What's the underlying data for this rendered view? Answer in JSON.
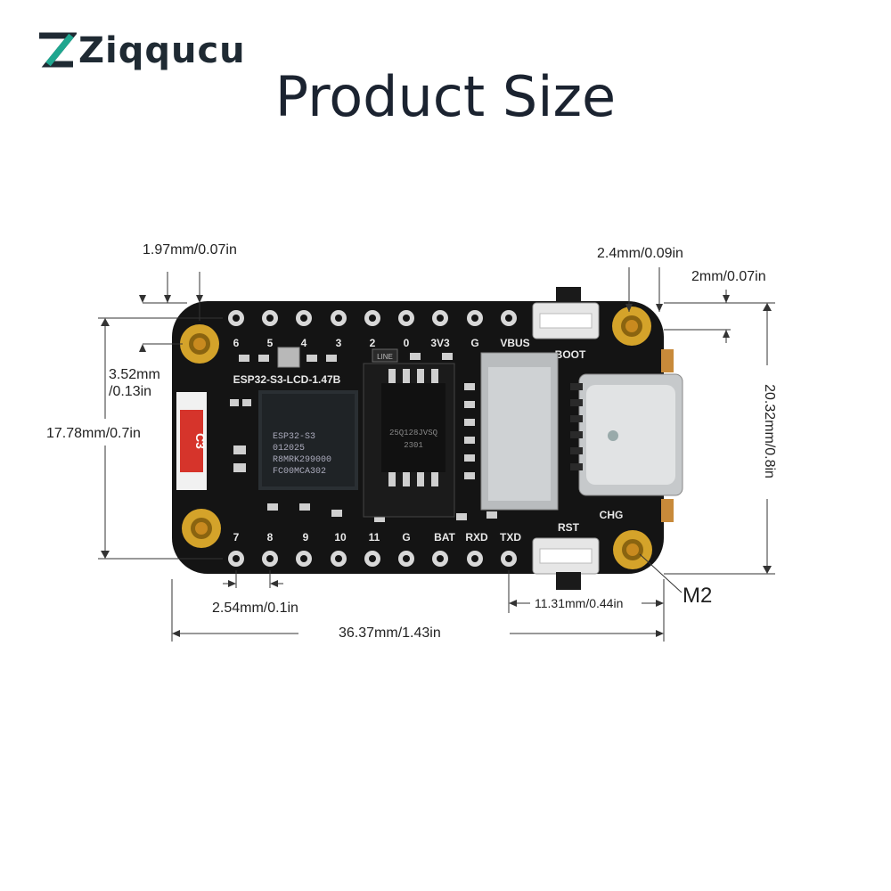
{
  "brand": {
    "name": "Ziqqucu",
    "colors": {
      "accent": "#1fa68f",
      "dark": "#1f2a33"
    }
  },
  "title": "Product Size",
  "board": {
    "model_label": "ESP32-S3-LCD-1.47B",
    "chip_lines": [
      "ESP32-S3",
      "012025",
      "R8MRK299000",
      "FC00MCA302"
    ],
    "flash_lines": [
      "25Q128JVSQ",
      "2301"
    ],
    "top_pins": [
      "6",
      "5",
      "4",
      "3",
      "2",
      "0",
      "3V3",
      "G",
      "VBUS"
    ],
    "bottom_pins": [
      "7",
      "8",
      "9",
      "10",
      "11",
      "G",
      "BAT",
      "RXD",
      "TXD"
    ],
    "buttons": {
      "boot": "BOOT",
      "reset": "RST"
    },
    "charge_label": "CHG",
    "cap_label": "C3",
    "line_label": "LINE",
    "board_color": "#141414",
    "brass_color": "#d4a32a"
  },
  "dimensions": {
    "pin_pad_offset": "1.97mm/0.07in",
    "hole_diameter": "2.4mm/0.09in",
    "hole_edge": "2mm/0.07in",
    "hole_inset": "3.52mm\n/0.13in",
    "hole_spacing_vertical": "17.78mm/0.7in",
    "board_height": "20.32mm/0.8in",
    "pin_pitch": "2.54mm/0.1in",
    "usb_offset": "11.31mm/0.44in",
    "board_length": "36.37mm/1.43in",
    "screw": "M2"
  }
}
